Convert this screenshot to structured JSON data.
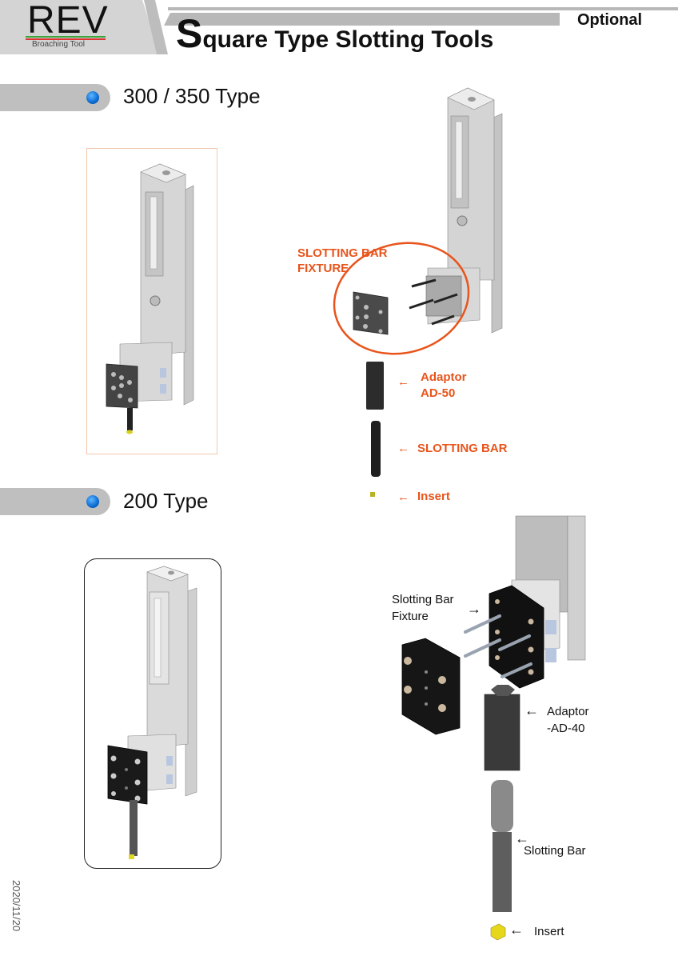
{
  "header": {
    "logo_text": "REV",
    "logo_subtitle": "Broaching Tool",
    "title_initial": "S",
    "title_rest": "quare Type Slotting Tools",
    "badge": "Optional"
  },
  "sections": [
    {
      "label": "300 / 350 Type",
      "callouts": {
        "fixture": [
          "SLOTTING BAR",
          "FIXTURE"
        ],
        "adaptor": [
          "Adaptor",
          "AD-50"
        ],
        "slotting_bar": "SLOTTING BAR",
        "insert": "Insert",
        "arrow": "←"
      }
    },
    {
      "label": "200 Type",
      "callouts": {
        "fixture": [
          "Slotting Bar",
          "Fixture"
        ],
        "adaptor": [
          "Adaptor",
          "-AD-40"
        ],
        "slotting_bar": "Slotting Bar",
        "insert": "Insert",
        "arrow": "←"
      }
    }
  ],
  "colors": {
    "accent_orange": "#e8541c",
    "pill_gray": "#bfbfbf",
    "bullet_blue": "#0b6ad1"
  },
  "footer": {
    "date": "2020/11/20"
  }
}
